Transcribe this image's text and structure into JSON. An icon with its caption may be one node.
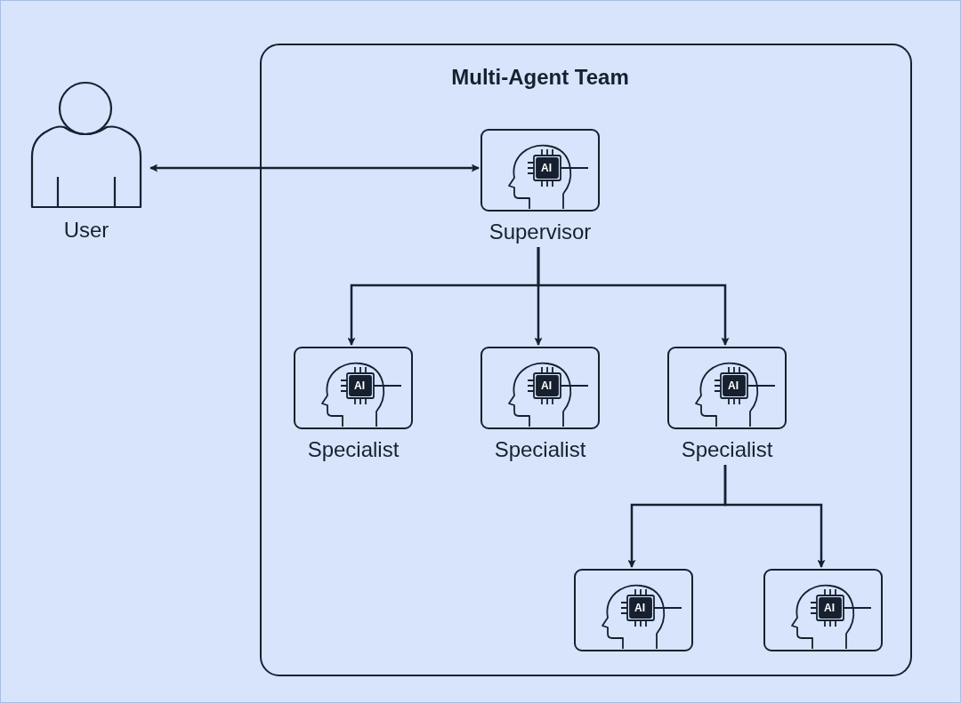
{
  "diagram": {
    "nodes": [
      {
        "text": [
          "Multi-Agent Team"
        ]
      },
      {
        "text": [
          "User"
        ]
      },
      {
        "text": [
          "AI",
          "Supervisor"
        ],
        "in": 0
      },
      {
        "text": [
          "AI",
          "Specialist"
        ],
        "in": 0
      },
      {
        "text": [
          "AI",
          "Specialist"
        ],
        "in": 0
      },
      {
        "text": [
          "AI",
          "Specialist"
        ],
        "in": 0
      },
      {
        "text": [
          "AI"
        ],
        "in": 0
      },
      {
        "text": [
          "AI"
        ],
        "in": 0
      }
    ],
    "edges": [
      {
        "from": 1,
        "to": 2,
        "arrow": "both"
      },
      {
        "from": 2,
        "to": 3,
        "arrow": "to"
      },
      {
        "from": 2,
        "to": 4,
        "arrow": "to"
      },
      {
        "from": 2,
        "to": 5,
        "arrow": "to"
      },
      {
        "from": 5,
        "to": 6,
        "arrow": "to"
      },
      {
        "from": 5,
        "to": 7,
        "arrow": "to"
      }
    ]
  }
}
